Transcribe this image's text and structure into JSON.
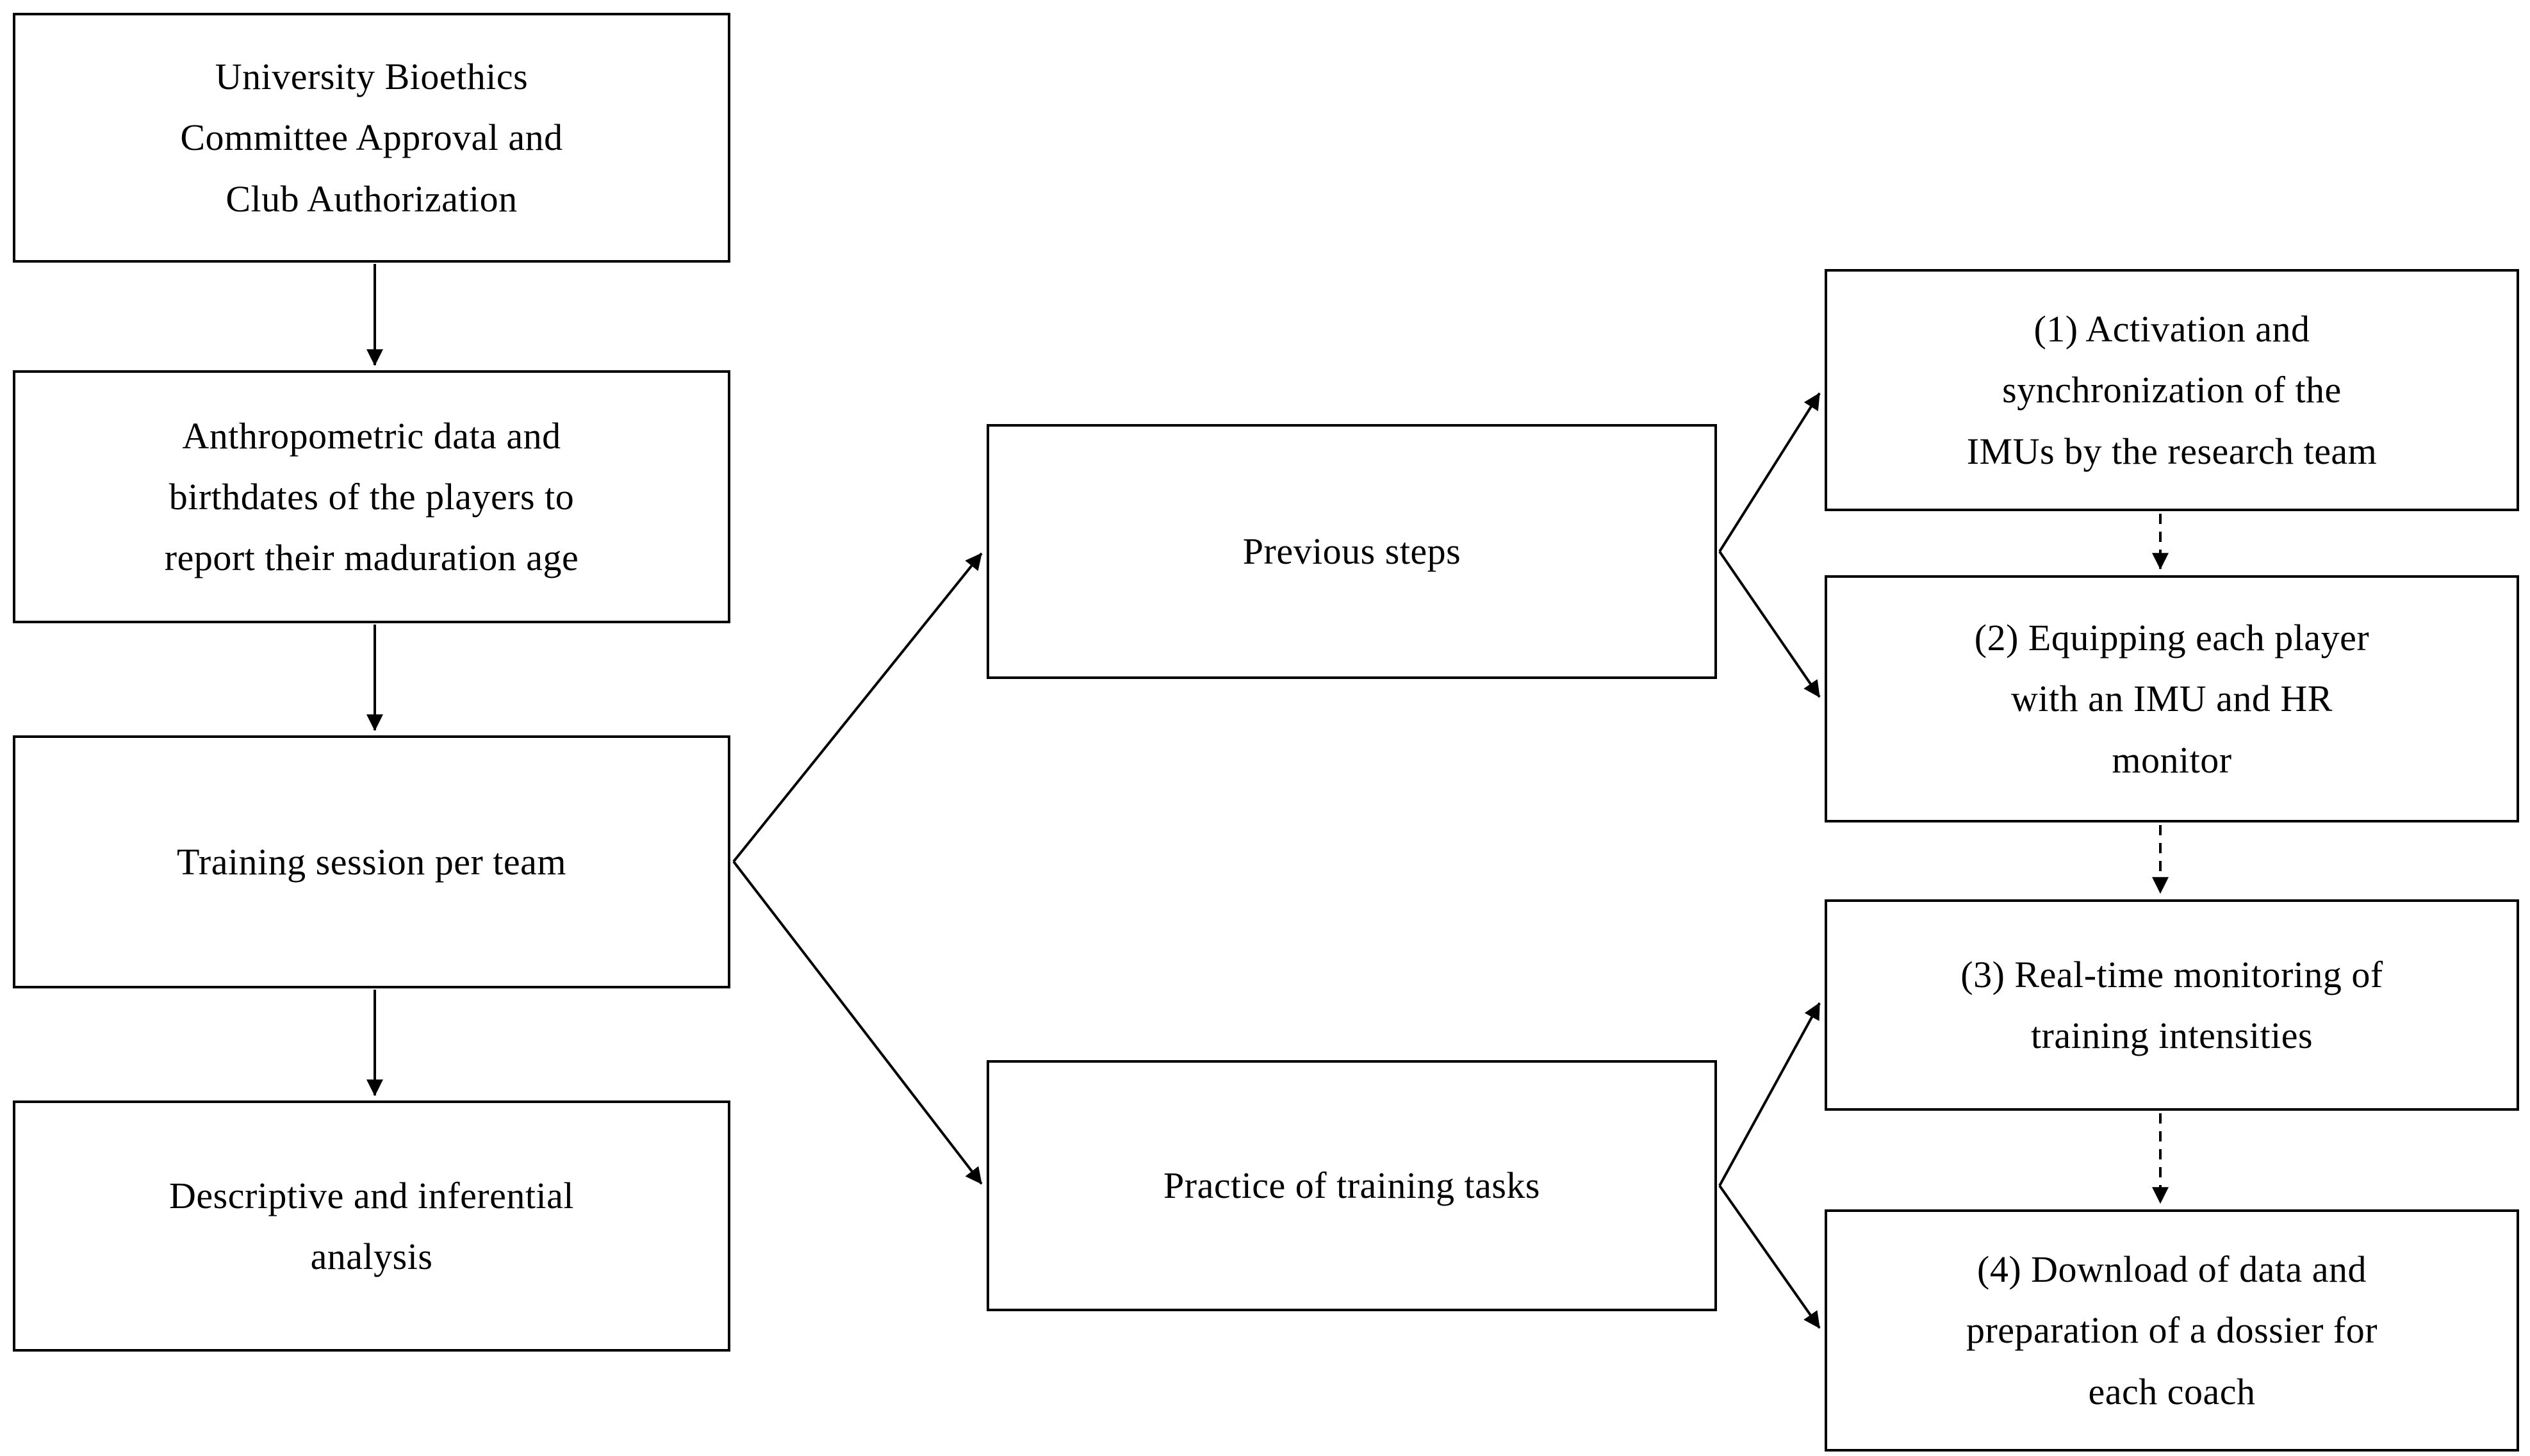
{
  "figure": {
    "type": "flowchart",
    "background_color": "#ffffff",
    "line_color": "#000000",
    "text_color": "#000000"
  },
  "nodes": {
    "bioethics": {
      "label": "University Bioethics\nCommittee Approval and\nClub Authorization"
    },
    "anthropometric": {
      "label": "Anthropometric data and\nbirthdates of the players to\nreport their maduration age"
    },
    "training": {
      "label": "Training session per team"
    },
    "analysis": {
      "label": "Descriptive and inferential\nanalysis"
    },
    "previous": {
      "label": "Previous steps"
    },
    "practice": {
      "label": "Practice of training tasks"
    },
    "step1": {
      "label": "(1) Activation and\nsynchronization of the\nIMUs by the research team"
    },
    "step2": {
      "label": "(2) Equipping each player\nwith an IMU and HR\nmonitor"
    },
    "step3": {
      "label": "(3) Real-time monitoring of\ntraining intensities"
    },
    "step4": {
      "label": "(4) Download of data and\npreparation of a dossier for\neach coach"
    }
  },
  "edges": [
    {
      "from": "bioethics",
      "to": "anthropometric",
      "style": "solid"
    },
    {
      "from": "anthropometric",
      "to": "training",
      "style": "solid"
    },
    {
      "from": "training",
      "to": "analysis",
      "style": "solid"
    },
    {
      "from": "training",
      "to": "previous",
      "style": "solid"
    },
    {
      "from": "training",
      "to": "practice",
      "style": "solid"
    },
    {
      "from": "previous",
      "to": "step1",
      "style": "solid"
    },
    {
      "from": "previous",
      "to": "step2",
      "style": "solid"
    },
    {
      "from": "practice",
      "to": "step3",
      "style": "solid"
    },
    {
      "from": "practice",
      "to": "step4",
      "style": "solid"
    },
    {
      "from": "step1",
      "to": "step2",
      "style": "dashed"
    },
    {
      "from": "step2",
      "to": "step3",
      "style": "dashed"
    },
    {
      "from": "step3",
      "to": "step4",
      "style": "dashed"
    }
  ]
}
